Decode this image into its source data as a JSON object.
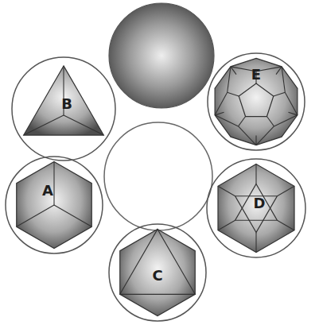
{
  "diagram": {
    "nodes": [
      {
        "text": [
          "B"
        ]
      },
      {
        "text": [
          "E"
        ]
      },
      {
        "text": [
          "A"
        ]
      },
      {
        "text": [
          "D"
        ]
      },
      {
        "text": [
          "C"
        ]
      }
    ]
  }
}
